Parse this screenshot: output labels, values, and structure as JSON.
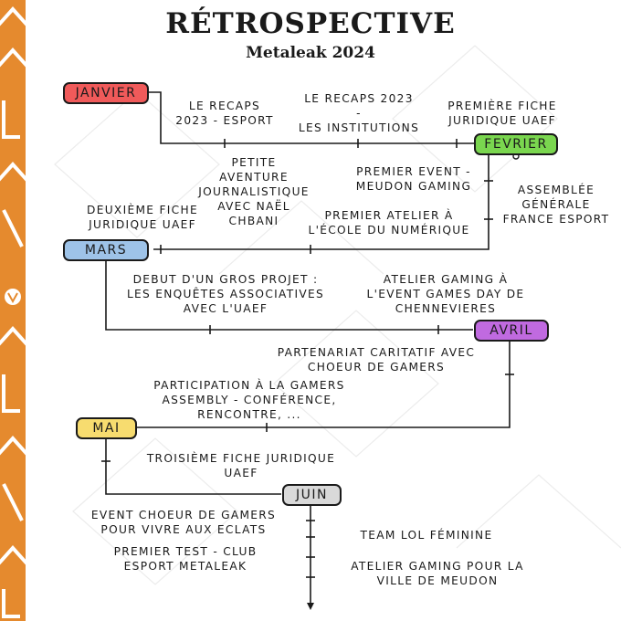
{
  "title": "RÉTROSPECTIVE",
  "subtitle": "Metaleak 2024",
  "brand_color": "#e58a2e",
  "months": [
    {
      "label": "JANVIER",
      "color": "#f05a5a"
    },
    {
      "label": "FEVRIER",
      "color": "#7ad64f"
    },
    {
      "label": "MARS",
      "color": "#9ec3e8"
    },
    {
      "label": "AVRIL",
      "color": "#c06ae0"
    },
    {
      "label": "MAI",
      "color": "#f7dc6f"
    },
    {
      "label": "JUIN",
      "color": "#d9d9d9"
    }
  ],
  "events": [
    {
      "text": "Le recaps\n2023 - esport"
    },
    {
      "text": "Le recaps 2023\n-\nles institutions"
    },
    {
      "text": "Première fiche\njuridique UAEF"
    },
    {
      "text": "Petite\naventure\njournalistique\navec Naël\nChbani"
    },
    {
      "text": "Premier event -\nMeudon Gaming"
    },
    {
      "text": "Assemblée\nGénérale\nFrance Esport"
    },
    {
      "text": "Deuxième fiche\njuridique UAEF"
    },
    {
      "text": "Premier atelier à\nl'école du numérique"
    },
    {
      "text": "Debut d'un gros projet :\nles enquêtes associatives\navec l'UAEF"
    },
    {
      "text": "Atelier gaming à\nl'event Games Day de\nChennevieres"
    },
    {
      "text": "Partenariat caritatif avec\nChoeur de Gamers"
    },
    {
      "text": "Participation à la Gamers\nAssembly - Conférence,\nrencontre, ..."
    },
    {
      "text": "Troisième fiche juridique\nUAEF"
    },
    {
      "text": "Event Choeur de Gamers\npour vivre aux eclats"
    },
    {
      "text": "Premier test - club\nesport Metaleak"
    },
    {
      "text": "Team LoL Féminine"
    },
    {
      "text": "Atelier gaming pour la\nville de Meudon"
    }
  ]
}
